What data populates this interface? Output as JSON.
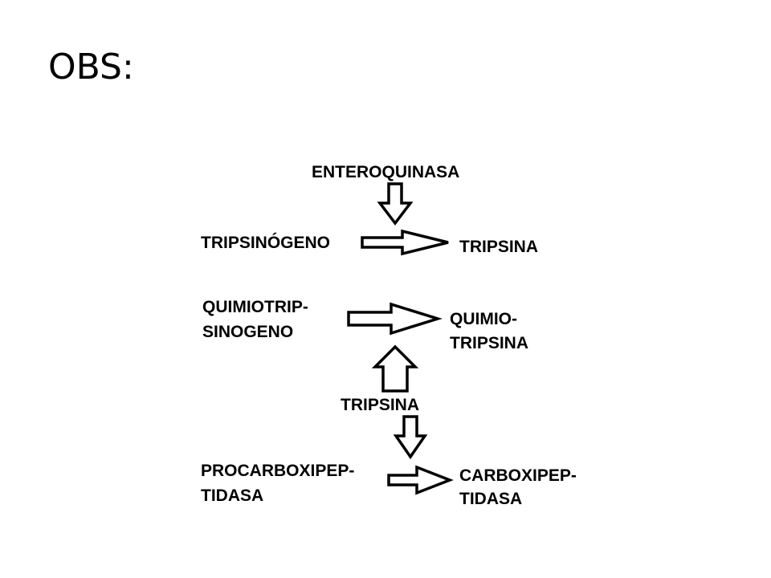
{
  "slide": {
    "title": "OBS:"
  },
  "diagram": {
    "activator_top": "ENTEROQUINASA",
    "row1": {
      "substrate": "TRIPSINÓGENO",
      "product": "TRIPSINA"
    },
    "row2": {
      "substrate_line1": "QUIMIOTRIP-",
      "substrate_line2": "SINOGENO",
      "product_line1": "QUIMIO-",
      "product_line2": "TRIPSINA"
    },
    "activator_middle": "TRIPSINA",
    "row3": {
      "substrate_line1": "PROCARBOXIPEP-",
      "substrate_line2": "TIDASA",
      "product_line1": "CARBOXIPEP-",
      "product_line2": "TIDASA"
    }
  }
}
